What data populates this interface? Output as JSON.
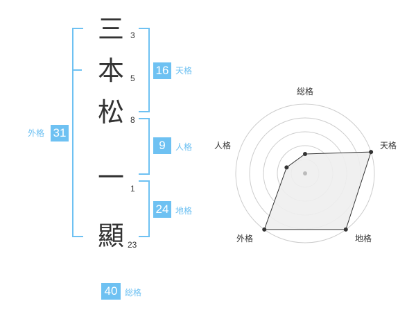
{
  "name": {
    "surname": [
      {
        "char": "三",
        "strokes": "3"
      },
      {
        "char": "本",
        "strokes": "5"
      },
      {
        "char": "松",
        "strokes": "8"
      }
    ],
    "given": [
      {
        "char": "一",
        "strokes": "1"
      },
      {
        "char": "顯",
        "strokes": "23"
      }
    ]
  },
  "scores": {
    "tenkaku": {
      "value": "16",
      "label": "天格"
    },
    "jinkaku": {
      "value": "9",
      "label": "人格"
    },
    "chikaku": {
      "value": "24",
      "label": "地格"
    },
    "gaikaku": {
      "value": "31",
      "label": "外格"
    },
    "soukaku": {
      "value": "40",
      "label": "総格"
    }
  },
  "radar": {
    "axes": [
      "総格",
      "天格",
      "地格",
      "外格",
      "人格"
    ],
    "values": [
      0.28,
      1.0,
      1.0,
      1.0,
      0.28
    ],
    "colors": {
      "grid": "#cccccc",
      "fill": "#eeeeee",
      "line": "#333333",
      "center": "#bbbbbb"
    }
  }
}
